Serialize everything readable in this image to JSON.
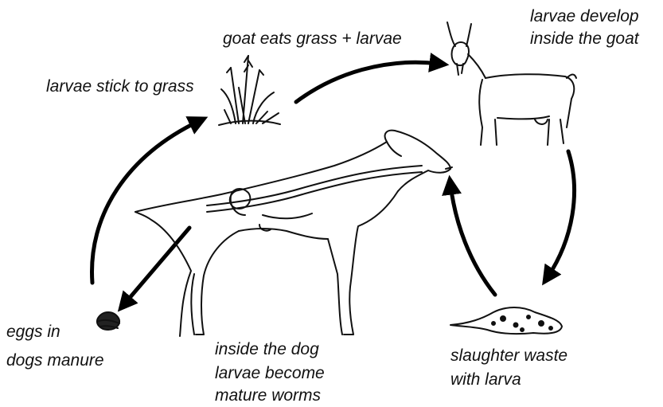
{
  "labels": {
    "larvae_stick": "larvae stick to grass",
    "goat_eats": "goat eats grass + larvae",
    "larvae_develop_1": "larvae develop",
    "larvae_develop_2": "inside the goat",
    "eggs_1": "eggs in",
    "eggs_2": "dogs manure",
    "inside_dog_1": "inside the dog",
    "inside_dog_2": "larvae become",
    "inside_dog_3": "mature worms",
    "slaughter_1": "slaughter waste",
    "slaughter_2": "with larva"
  },
  "colors": {
    "ink": "#111111",
    "background": "#ffffff"
  },
  "icons": [
    "grass-icon",
    "goat-icon",
    "dog-icon",
    "manure-icon",
    "slaughter-waste-icon"
  ]
}
